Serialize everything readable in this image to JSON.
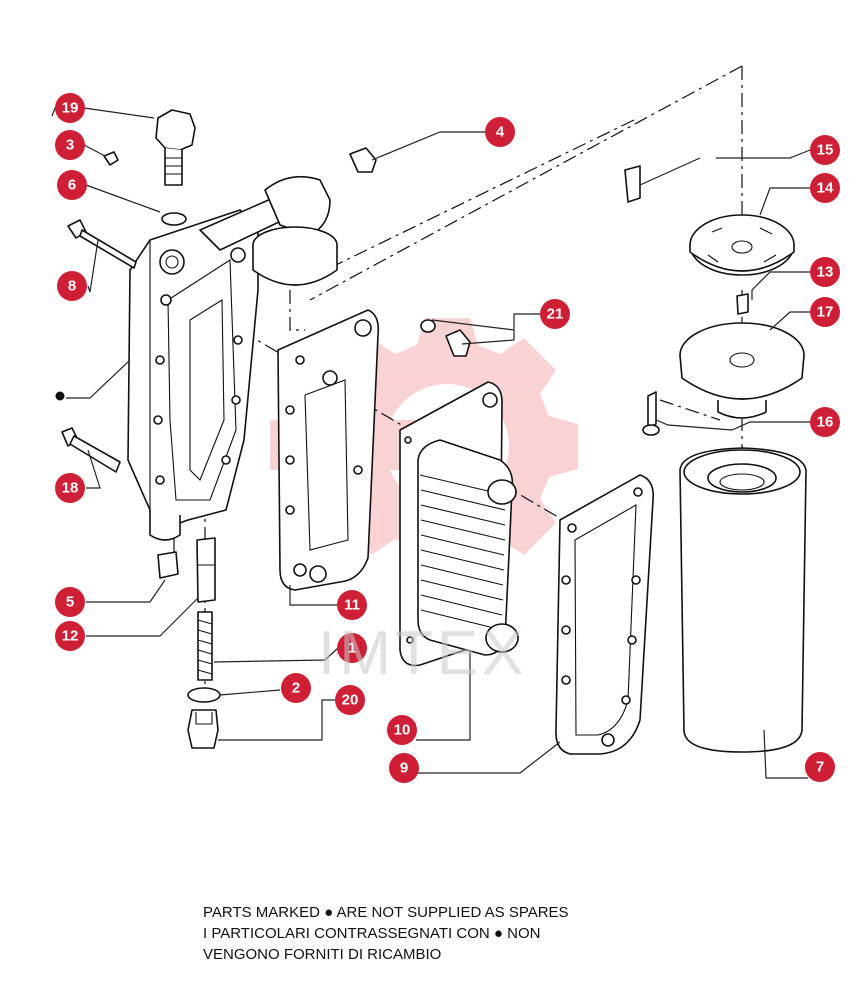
{
  "callouts": [
    {
      "id": "c19",
      "label": "19"
    },
    {
      "id": "c3",
      "label": "3"
    },
    {
      "id": "c6",
      "label": "6"
    },
    {
      "id": "c8",
      "label": "8"
    },
    {
      "id": "c18",
      "label": "18"
    },
    {
      "id": "c5",
      "label": "5"
    },
    {
      "id": "c12",
      "label": "12"
    },
    {
      "id": "c4",
      "label": "4"
    },
    {
      "id": "c21",
      "label": "21"
    },
    {
      "id": "c11",
      "label": "11"
    },
    {
      "id": "c1",
      "label": "1"
    },
    {
      "id": "c2",
      "label": "2"
    },
    {
      "id": "c20",
      "label": "20"
    },
    {
      "id": "c10",
      "label": "10"
    },
    {
      "id": "c9",
      "label": "9"
    },
    {
      "id": "c15",
      "label": "15"
    },
    {
      "id": "c14",
      "label": "14"
    },
    {
      "id": "c13",
      "label": "13"
    },
    {
      "id": "c17",
      "label": "17"
    },
    {
      "id": "c16",
      "label": "16"
    },
    {
      "id": "c7",
      "label": "7"
    }
  ],
  "footnote": {
    "line1_prefix": "PARTS MARKED ",
    "line1_suffix": " ARE NOT SUPPLIED AS SPARES",
    "line2_prefix": "I PARTICOLARI CONTRASSEGNATI CON ",
    "line2_suffix": " NON",
    "line3": "VENGONO FORNITI DI RICAMBIO",
    "marker_symbol": "●"
  },
  "watermark": {
    "text": "IMTEX",
    "color": "#e8373e"
  },
  "colors": {
    "callout": "#cf1f36",
    "line": "#111111"
  }
}
